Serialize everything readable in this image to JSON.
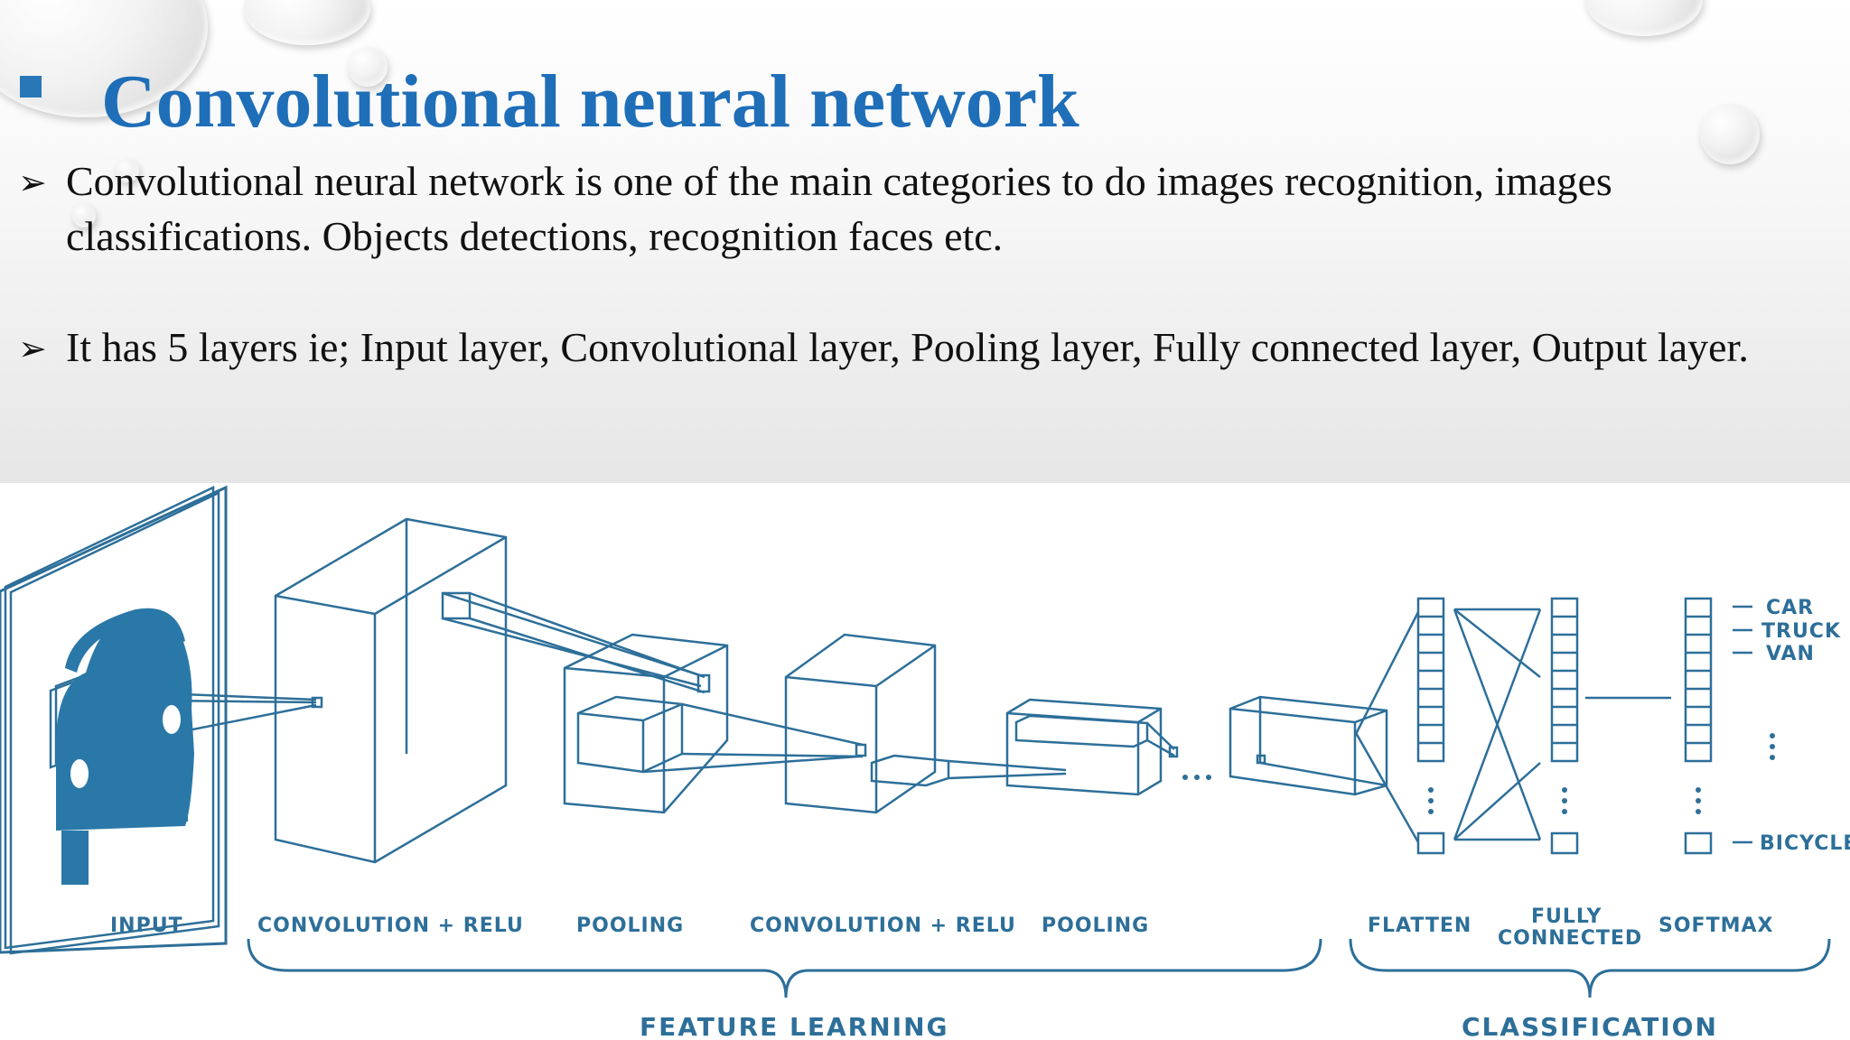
{
  "slide": {
    "title": "Convolutional neural network",
    "bullets": [
      {
        "text": "Convolutional neural network is one of the main categories to do images recognition, images classifications. Objects detections, recognition faces etc."
      },
      {
        "text": "It has 5 layers ie; Input layer, Convolutional layer, Pooling layer, Fully connected layer, Output layer."
      }
    ]
  },
  "diagram": {
    "stages": {
      "input": "INPUT",
      "conv1": "CONVOLUTION + RELU",
      "pool1": "POOLING",
      "conv2": "CONVOLUTION + RELU",
      "pool2": "POOLING",
      "flatten": "FLATTEN",
      "fully_line1": "FULLY",
      "fully_line2": "CONNECTED",
      "softmax": "SOFTMAX"
    },
    "sections": {
      "feature": "FEATURE LEARNING",
      "classification": "CLASSIFICATION"
    },
    "outputs": {
      "car": "CAR",
      "truck": "TRUCK",
      "van": "VAN",
      "bicycle": "BICYCLE"
    }
  },
  "colors": {
    "title": "#1f6eb8",
    "diagram_stroke": "#2d6f99",
    "car_fill": "#2a78a8"
  }
}
